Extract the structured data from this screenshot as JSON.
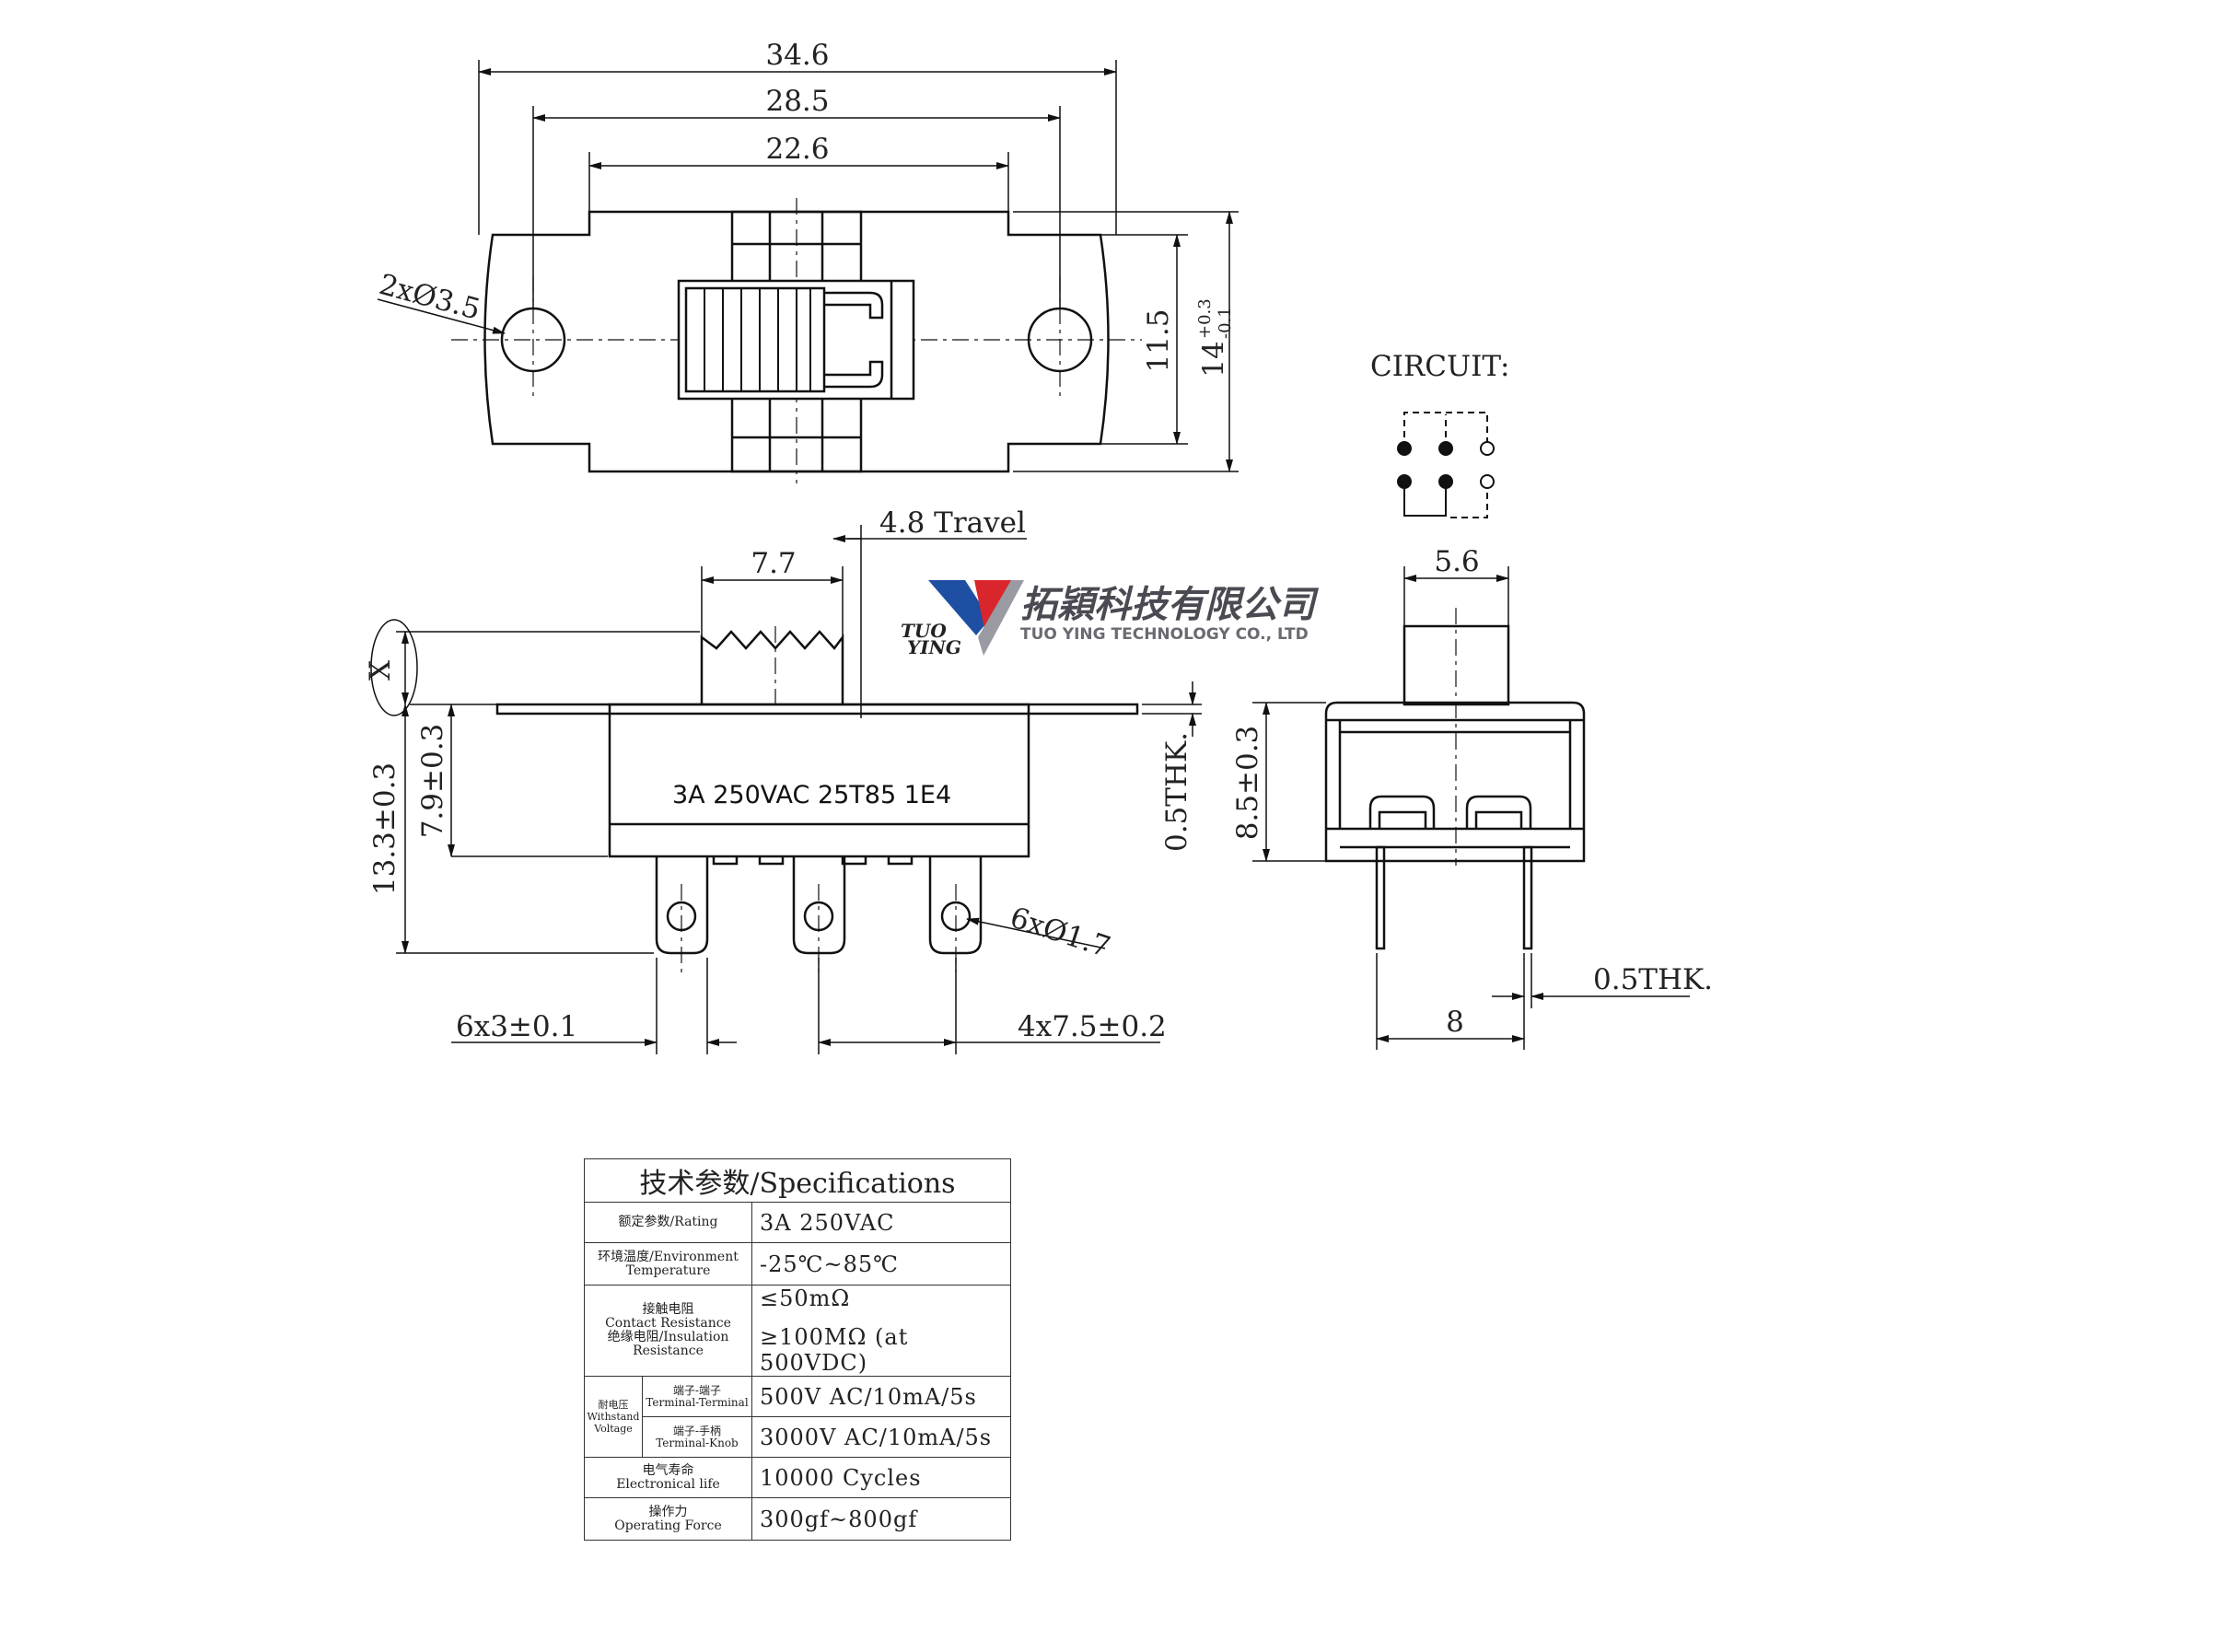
{
  "dimensions": {
    "width_overall": "34.6",
    "hole_pitch": "28.5",
    "bracket_width": "22.6",
    "holes": "2xØ3.5",
    "inner_height": "11.5",
    "outer_height": "14",
    "outer_height_tol_plus": "+0.3",
    "outer_height_tol_minus": "-0.1",
    "travel": "4.8 Travel",
    "slider_width": "7.7",
    "actuator_height": "X",
    "body_height": "7.9±0.3",
    "total_height": "13.3±0.3",
    "pin_holes": "6xØ1.7",
    "pin_width": "6x3±0.1",
    "pin_pitch": "4x7.5±0.2",
    "plate_thk": "0.5THK.",
    "side_actuator_width": "5.6",
    "side_body_height": "8.5±0.3",
    "pin_thk": "0.5THK.",
    "pin_spacing": "8"
  },
  "body_marking": "3A 250VAC 25T85 1E4",
  "circuit_label": "CIRCUIT:",
  "logo": {
    "cn": "拓穎科技有限公司",
    "en": "TUO YING TECHNOLOGY CO., LTD",
    "mark_line1": "TUO",
    "mark_line2": "YING",
    "color_blue": "#1e4fa3",
    "color_red": "#d8262c",
    "color_gray": "#9a9aa2"
  },
  "specs": {
    "title": "技术参数/Specifications",
    "rating_label": "额定参数/Rating",
    "rating_value": "3A 250VAC",
    "temp_label_1": "环境温度/Environment",
    "temp_label_2": "Temperature",
    "temp_value": "-25℃~85℃",
    "contact_label_1": "接触电阻",
    "contact_label_2": "Contact Resistance",
    "contact_value": "≤50mΩ",
    "insul_label_1": "绝缘电阻/Insulation",
    "insul_label_2": "Resistance",
    "insul_value": "≥100MΩ (at 500VDC)",
    "withstand_label_1": "耐电压",
    "withstand_label_2": "Withstand",
    "withstand_label_3": "Voltage",
    "tt_label_1": "端子-端子",
    "tt_label_2": "Terminal-Terminal",
    "tt_value": "500V AC/10mA/5s",
    "tk_label_1": "端子-手柄",
    "tk_label_2": "Terminal-Knob",
    "tk_value": "3000V AC/10mA/5s",
    "life_label_1": "电气寿命",
    "life_label_2": "Electronical life",
    "life_value": "10000 Cycles",
    "force_label_1": "操作力",
    "force_label_2": "Operating Force",
    "force_value": "300gf~800gf"
  }
}
